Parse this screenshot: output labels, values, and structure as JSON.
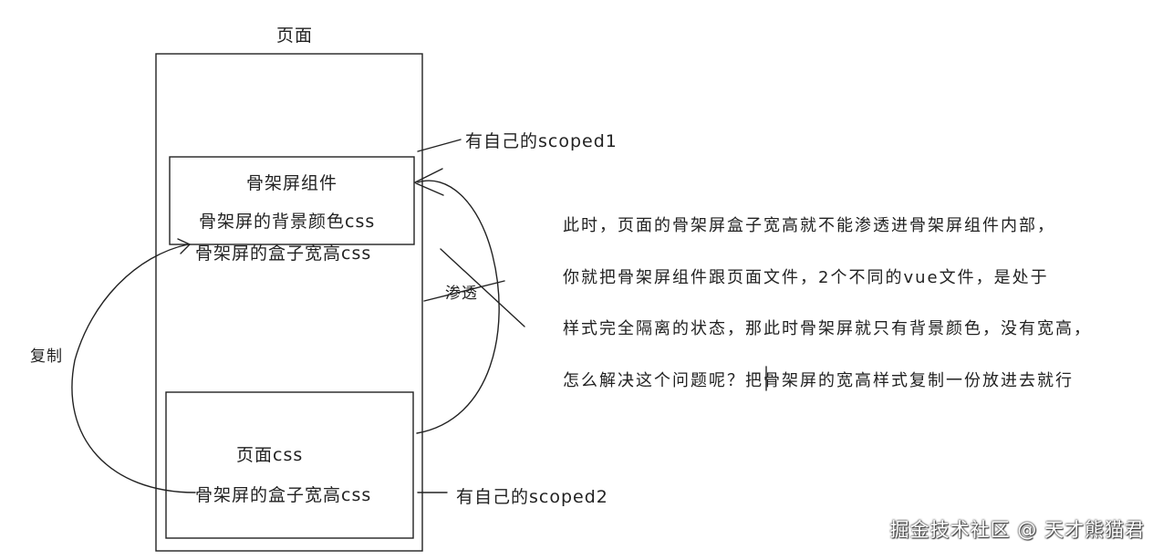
{
  "page_label": "页面",
  "skeleton_box": {
    "title": "骨架屏组件",
    "bg_css": "骨架屏的背景颜色css",
    "size_css": "骨架屏的盒子宽高css"
  },
  "page_box": {
    "title": "页面css",
    "size_css": "骨架屏的盒子宽高css"
  },
  "scoped1": "有自己的scoped1",
  "scoped2": "有自己的scoped2",
  "penetrate": "渗透",
  "copy": "复制",
  "notes": [
    "此时，页面的骨架屏盒子宽高就不能渗透进骨架屏组件内部，",
    "你就把骨架屏组件跟页面文件，2个不同的vue文件，是处于",
    "样式完全隔离的状态，那此时骨架屏就只有背景颜色，没有宽高，",
    "怎么解决这个问题呢？把骨架屏的宽高样式复制一份放进去就行"
  ],
  "watermark": "掘金技术社区 @ 天才熊猫君"
}
